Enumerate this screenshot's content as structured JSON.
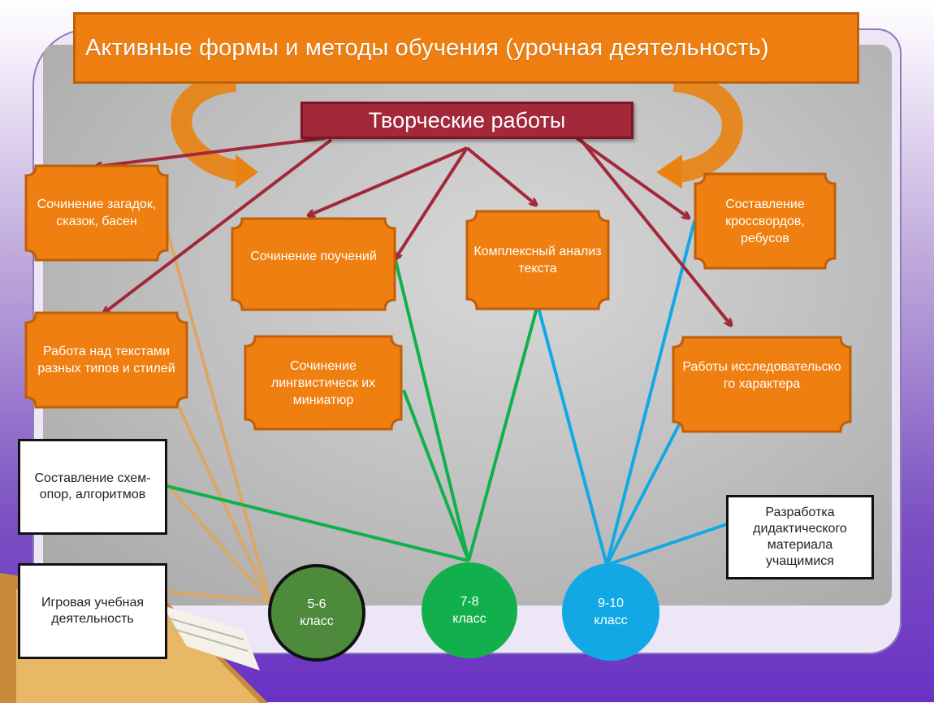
{
  "title": "Активные формы и методы обучения (урочная деятельность)",
  "center": "Творческие работы",
  "nodes": {
    "riddles": "Сочинение загадок, сказок, басен",
    "teachings": "Сочинение поучений",
    "complex": "Комплексный анализ текста",
    "crosswords": "Составление кроссвордов, ребусов",
    "texts": "Работа над текстами разных типов и стилей",
    "miniatures": "Сочинение лингвистическ их миниатюр",
    "research": "Работы исследовательско го характера"
  },
  "boxes": {
    "schemes": "Составление схем-опор, алгоритмов",
    "game": "Игровая учебная деятельность",
    "didactic": "Разработка дидактического материала учащимися"
  },
  "grades": {
    "g56": "5-6 класс",
    "g78": "7-8 класс",
    "g910": "9-10 класс"
  },
  "colors": {
    "orange": "#ef7f10",
    "arrow": "#a2283a",
    "grade56": "#4e8a3c",
    "grade78": "#12b04c",
    "grade910": "#12a8e6",
    "tan": "#d9a866"
  }
}
